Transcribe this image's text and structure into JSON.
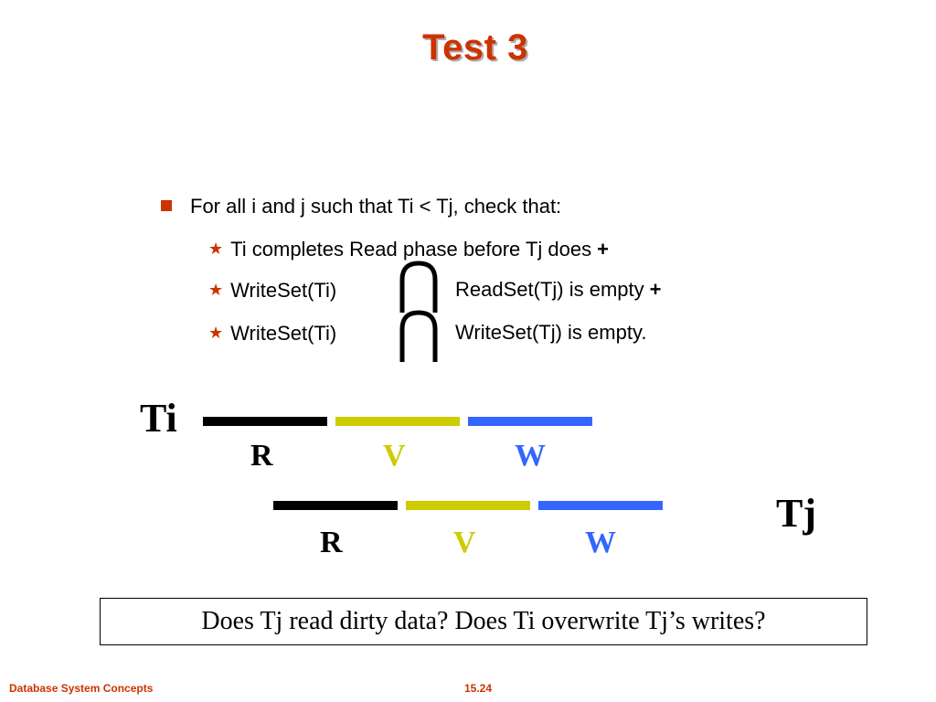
{
  "slide": {
    "title": "Test 3",
    "bullet": "For all i and j such that Ti < Tj, check that:",
    "sub_items": [
      {
        "text": "Ti completes Read phase before Tj does",
        "suffix": "+"
      },
      {
        "left": "WriteSet(Ti)",
        "right": "ReadSet(Tj)  is empty",
        "suffix": "+"
      },
      {
        "left": "WriteSet(Ti)",
        "right": "WriteSet(Tj)  is empty.",
        "suffix": ""
      }
    ]
  },
  "diagram": {
    "ti": {
      "label": "Ti",
      "phases": [
        "R",
        "V",
        "W"
      ]
    },
    "tj": {
      "label": "Tj",
      "phases": [
        "R",
        "V",
        "W"
      ]
    },
    "colors": {
      "read": "#000000",
      "validate": "#cccc00",
      "write": "#3366ff"
    }
  },
  "question": "Does Tj read dirty data? Does Ti overwrite Tj’s writes?",
  "footer": {
    "left": "Database System Concepts",
    "page": "15.24"
  },
  "accent_color": "#cc3300",
  "icons": [
    "square-bullet-icon",
    "star-bullet-icon",
    "intersection-icon"
  ]
}
